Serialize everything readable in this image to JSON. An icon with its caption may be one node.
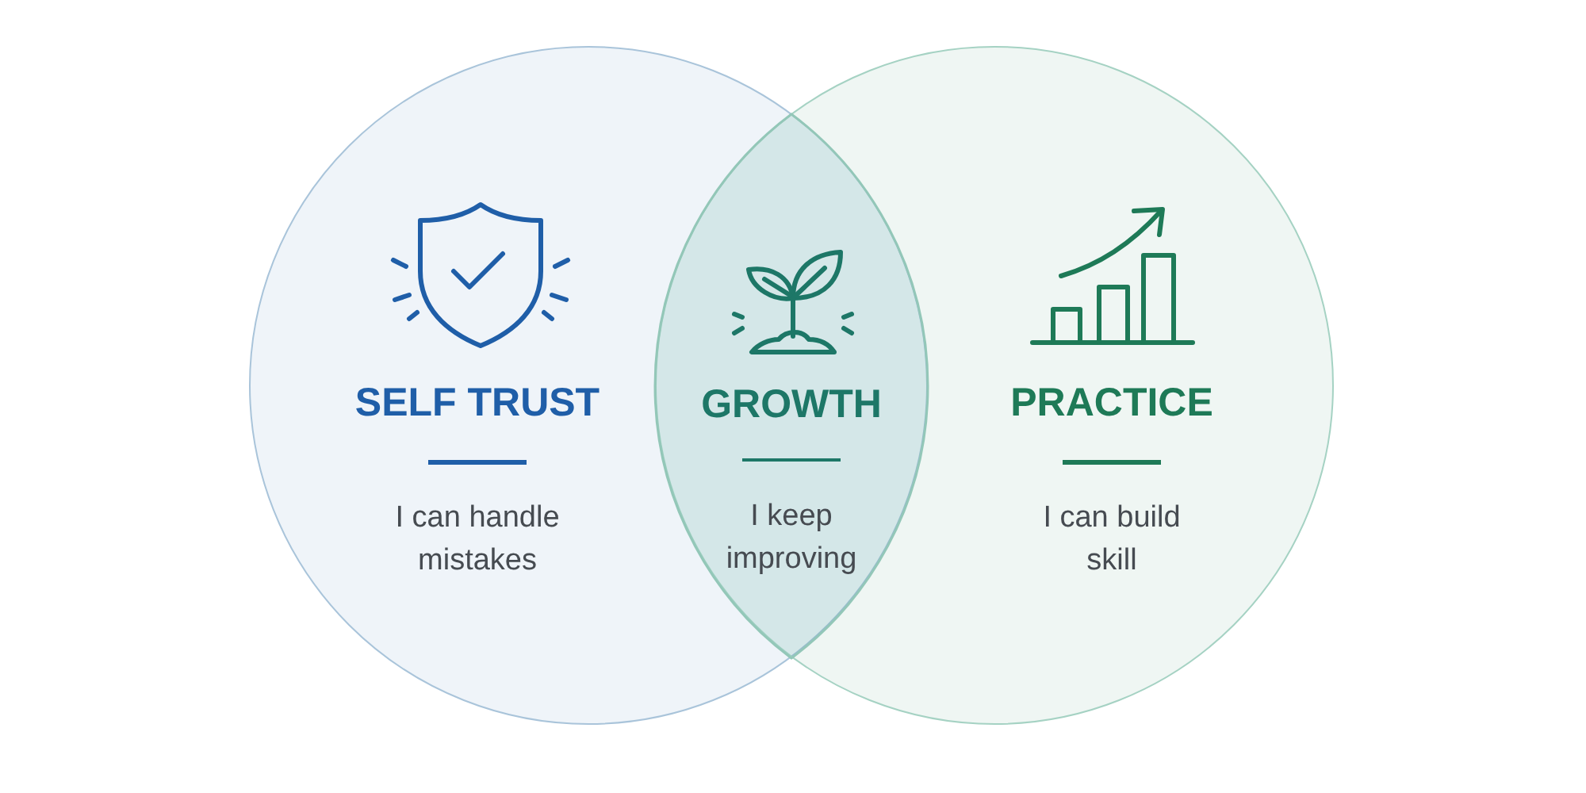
{
  "diagram": {
    "nodes": [
      {
        "text": [
          "SELF TRUST",
          "I can handle mistakes"
        ]
      },
      {
        "text": [
          "GROWTH",
          "I keep improving"
        ]
      },
      {
        "text": [
          "PRACTICE",
          "I can build skill"
        ]
      }
    ]
  }
}
